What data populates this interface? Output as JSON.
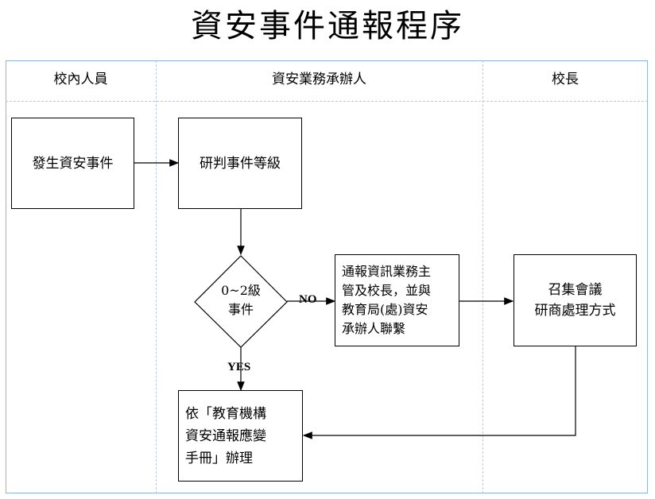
{
  "title": "資安事件通報程序",
  "lanes": [
    "校內人員",
    "資安業務承辦人",
    "校長"
  ],
  "nodes": {
    "occur": "發生資安事件",
    "judge": "研判事件等級",
    "decision": [
      "0~2級",
      "事件"
    ],
    "notify": [
      "通報資訊業務主",
      "管及校長，並與",
      "教育局(處)資安",
      "承辦人聯繫"
    ],
    "convene": [
      "召集會議",
      "研商處理方式"
    ],
    "handle": [
      "依「教育機構",
      "資安通報應變",
      "手冊」辦理"
    ]
  },
  "edges": {
    "no": "NO",
    "yes": "YES"
  }
}
